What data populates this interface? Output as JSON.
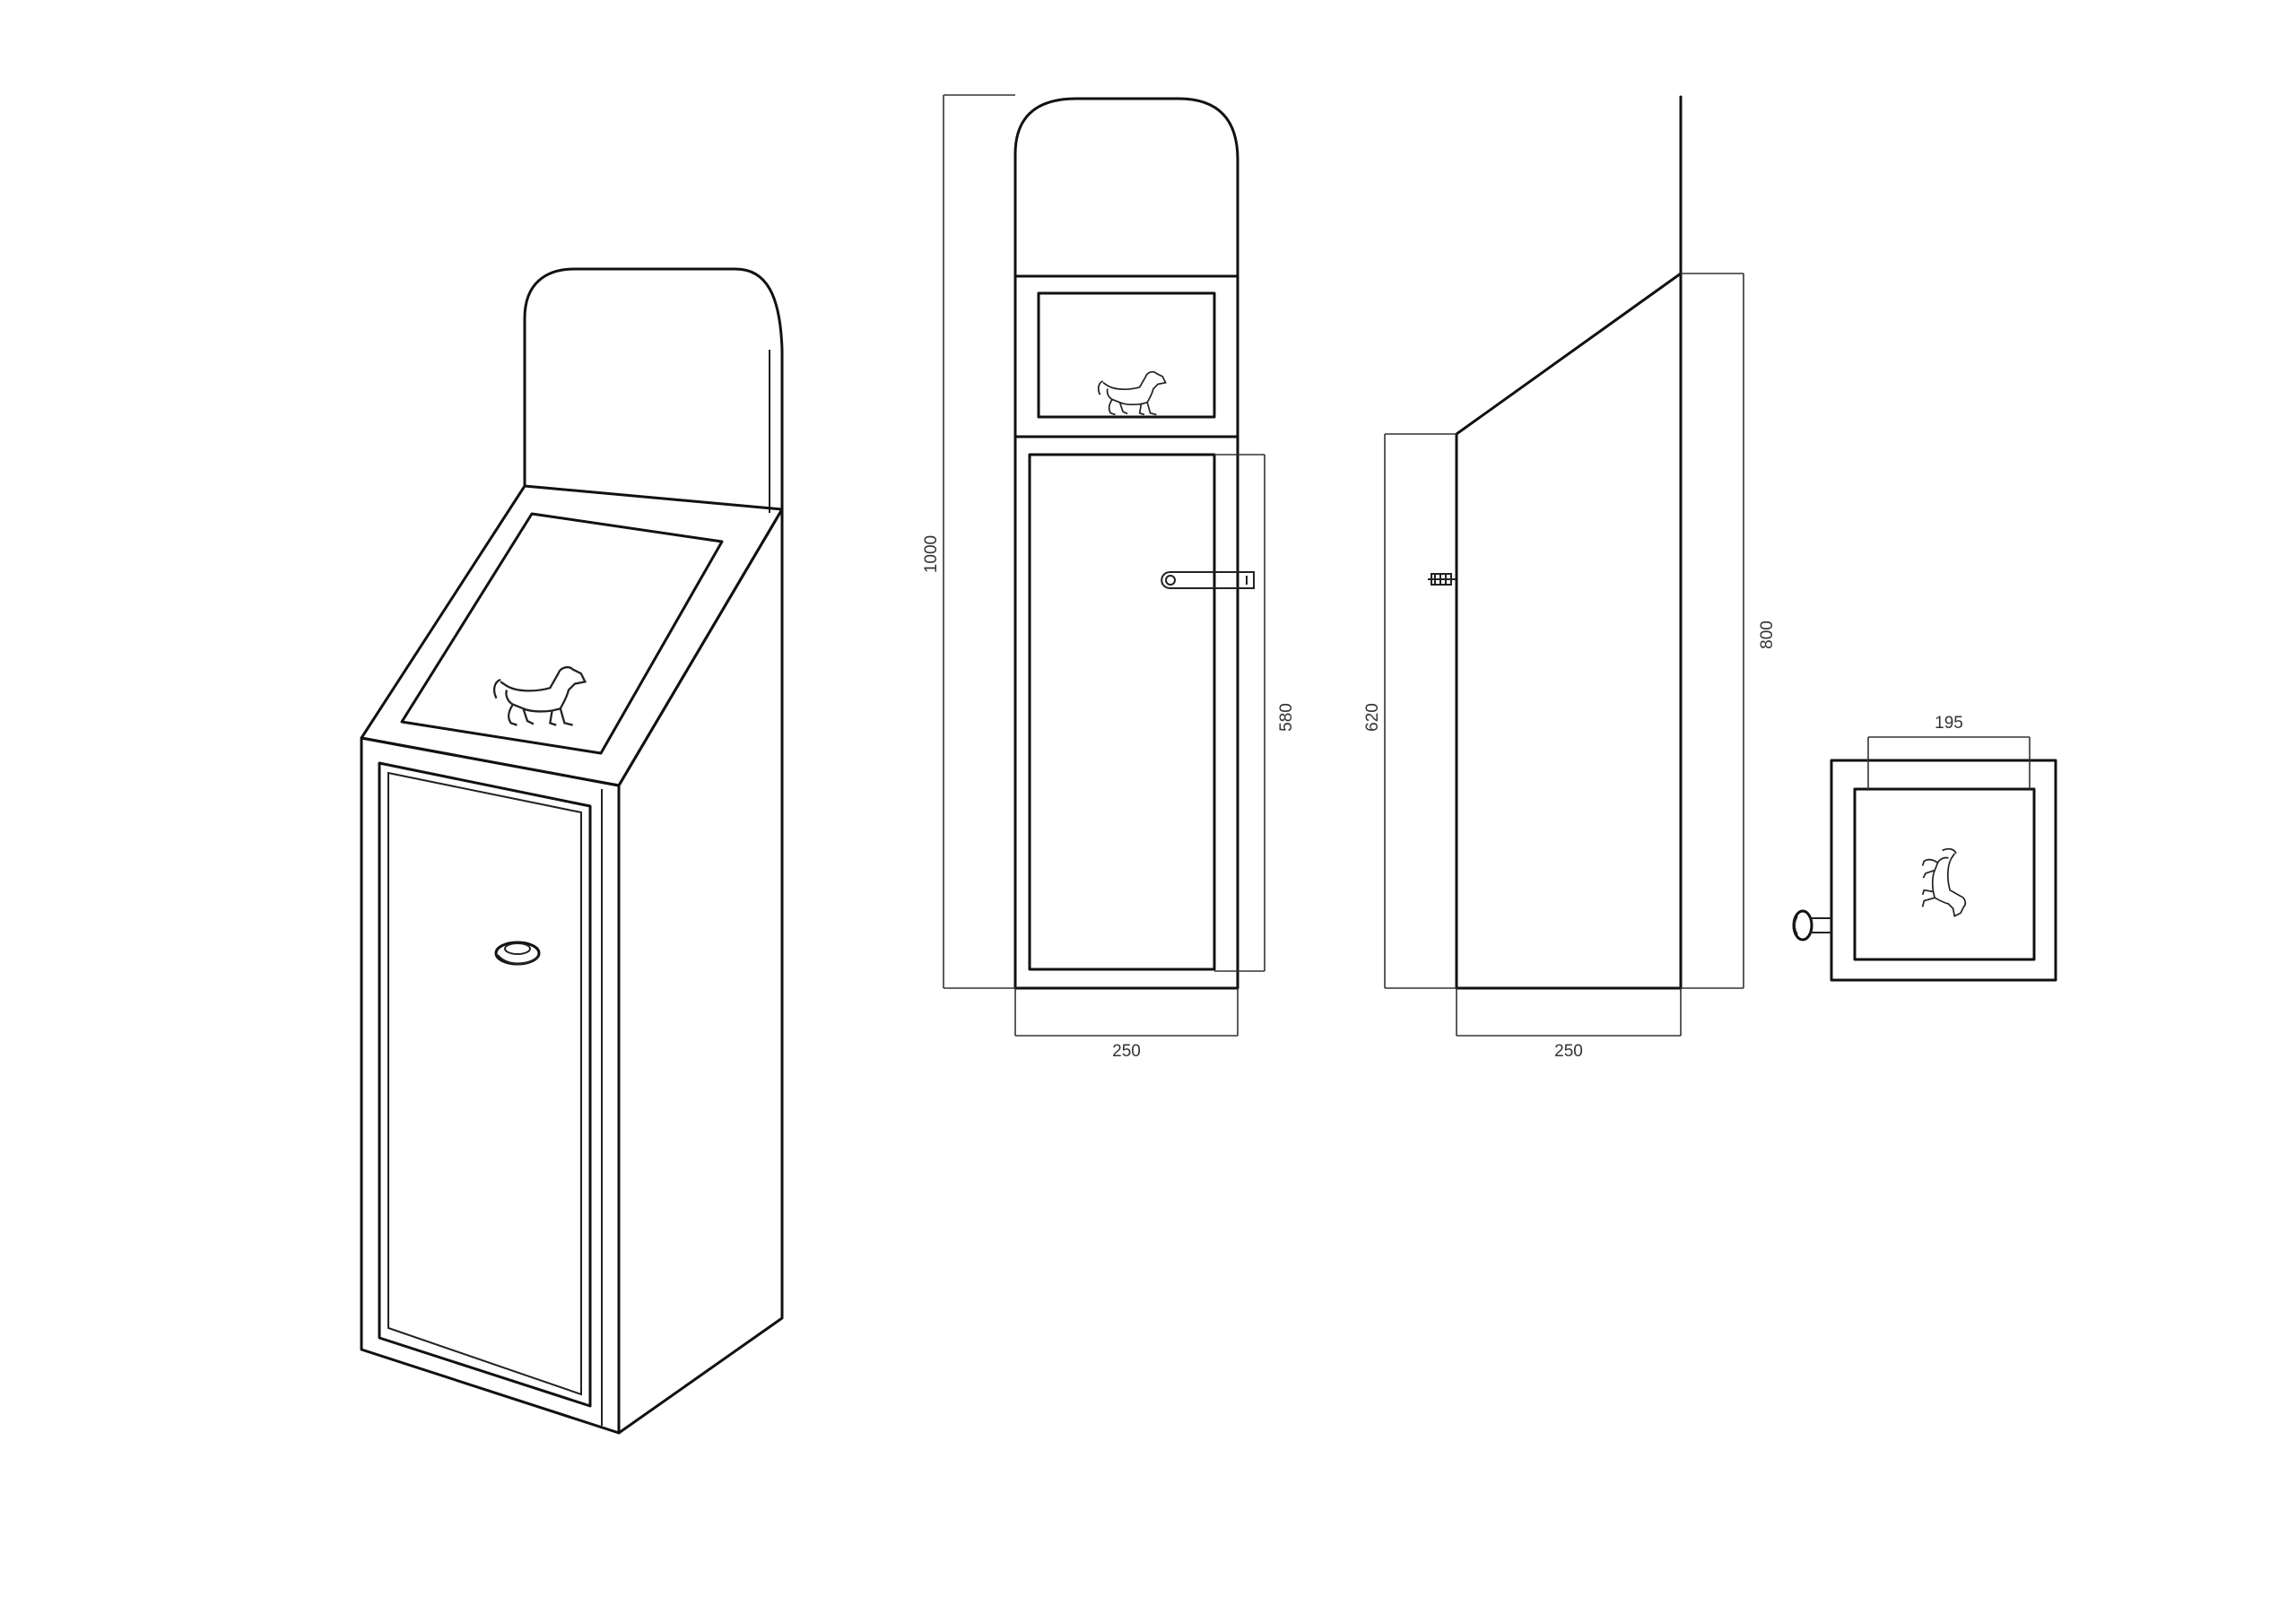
{
  "dimensions": {
    "front_height": "1000",
    "front_width": "250",
    "door_height": "580",
    "side_front_height": "620",
    "side_back_height": "800",
    "side_depth": "250",
    "top_slot_width": "195"
  },
  "colors": {
    "line": "#111111",
    "dimension_line": "#333333",
    "background": "#ffffff"
  },
  "icons": {
    "dog_pictogram": "dog-icon",
    "door_knob": "knob-icon",
    "door_handle": "handle-icon"
  }
}
